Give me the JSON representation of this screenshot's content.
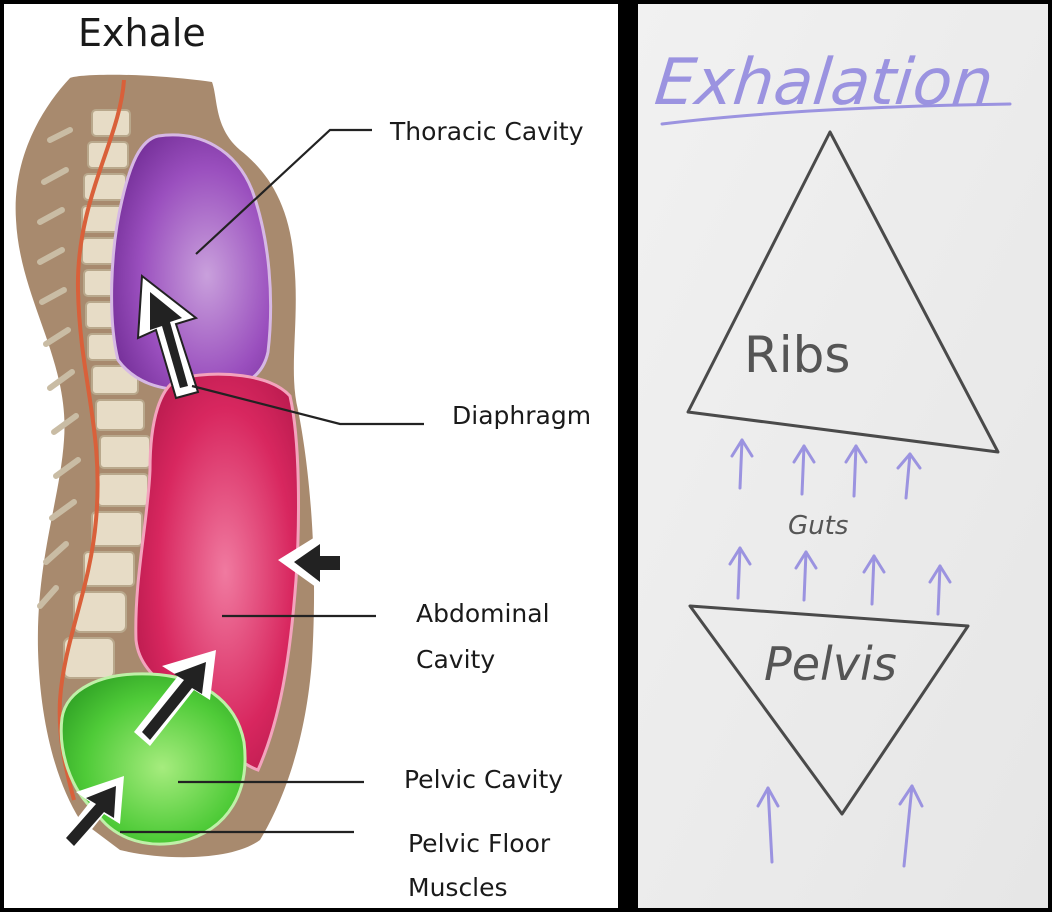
{
  "left_panel": {
    "title": "Exhale",
    "labels": {
      "thoracic": "Thoracic Cavity",
      "diaphragm": "Diaphragm",
      "abdominal_line1": "Abdominal",
      "abdominal_line2": "Cavity",
      "pelvic": "Pelvic Cavity",
      "floor_line1": "Pelvic Floor",
      "floor_line2": "Muscles"
    }
  },
  "right_panel": {
    "title": "Exhalation",
    "ribs": "Ribs",
    "guts": "Guts",
    "pelvis": "Pelvis"
  },
  "colors": {
    "thoracic": "#8e3fb0",
    "abdominal": "#d0235e",
    "pelvic": "#46c232",
    "body_wall": "#a88a6e",
    "spinal_cord": "#d9603a",
    "marker": "#9b93e0",
    "ink": "#4a4a4a"
  }
}
